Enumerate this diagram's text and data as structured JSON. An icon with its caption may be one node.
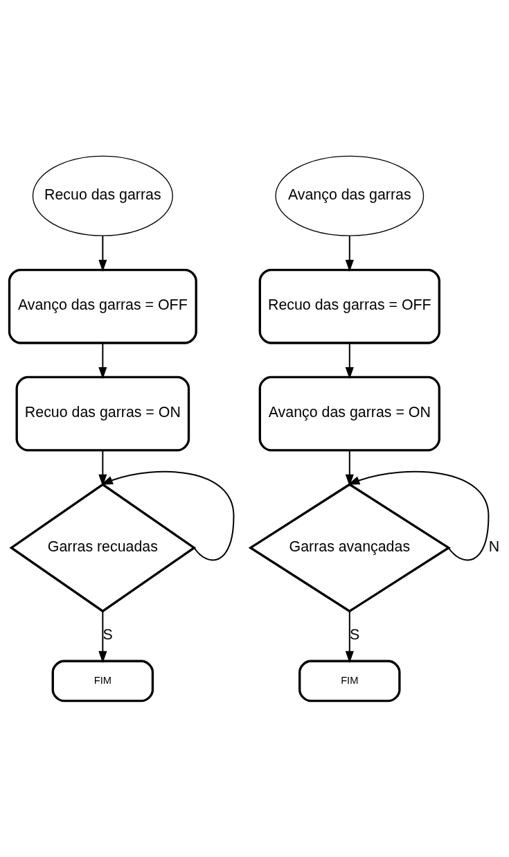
{
  "diagram": {
    "nodes": [
      {
        "text": [
          "Recuo das garras"
        ]
      },
      {
        "text": [
          "Avanço das garras = OFF"
        ]
      },
      {
        "text": [
          "Recuo das garras = ON"
        ]
      },
      {
        "text": [
          "Garras recuadas"
        ]
      },
      {
        "text": [
          "FIM"
        ]
      },
      {
        "text": [
          "Avanço das garras"
        ]
      },
      {
        "text": [
          "Recuo das garras = OFF"
        ]
      },
      {
        "text": [
          "Avanço das garras = ON"
        ]
      },
      {
        "text": [
          "Garras avançadas"
        ]
      },
      {
        "text": [
          "FIM"
        ]
      }
    ],
    "edges": [
      {
        "from": 0,
        "to": 1,
        "arrow": "to"
      },
      {
        "from": 1,
        "to": 2,
        "arrow": "to"
      },
      {
        "from": 2,
        "to": 3,
        "arrow": "to"
      },
      {
        "from": 3,
        "to": 3,
        "arrow": "to"
      },
      {
        "from": 3,
        "to": 4,
        "arrow": "to",
        "label": "S"
      },
      {
        "from": 5,
        "to": 6,
        "arrow": "to"
      },
      {
        "from": 6,
        "to": 7,
        "arrow": "to"
      },
      {
        "from": 7,
        "to": 8,
        "arrow": "to"
      },
      {
        "from": 8,
        "to": 8,
        "arrow": "to",
        "label": "N"
      },
      {
        "from": 8,
        "to": 9,
        "arrow": "to",
        "label": "S"
      }
    ]
  }
}
